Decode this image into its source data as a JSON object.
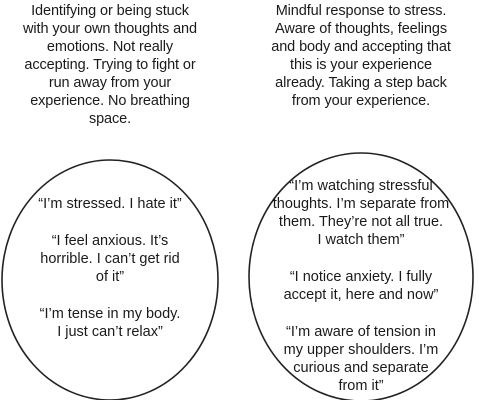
{
  "left_panel": {
    "caption_lines": [
      "Identifying or being stuck",
      "with your own thoughts and",
      "emotions. Not really",
      "accepting. Trying to fight or",
      "run away from your",
      "experience. No breathing",
      "space."
    ],
    "quotes": [
      [
        "“I’m stressed. I hate it”"
      ],
      [
        "“I feel anxious. It’s",
        "horrible. I can’t get rid",
        "of it”"
      ],
      [
        "“I’m tense in my body.",
        "I just can’t relax”"
      ]
    ]
  },
  "right_panel": {
    "caption_lines": [
      "Mindful response to stress.",
      "Aware of thoughts, feelings",
      "and body and accepting that",
      "this is  your experience",
      "already. Taking a step back",
      "from your experience."
    ],
    "quotes": [
      [
        "“I’m watching stressful",
        "thoughts. I’m separate from",
        "them. They’re not all true.",
        "I watch them”"
      ],
      [
        "“I notice anxiety. I fully",
        "accept it, here and now”"
      ],
      [
        "“I’m aware of tension in",
        "my upper shoulders. I’m",
        "curious and separate",
        "from it”"
      ]
    ]
  },
  "colors": {
    "stroke": "#222222",
    "text": "#1a1a1a",
    "background": "#ffffff"
  }
}
